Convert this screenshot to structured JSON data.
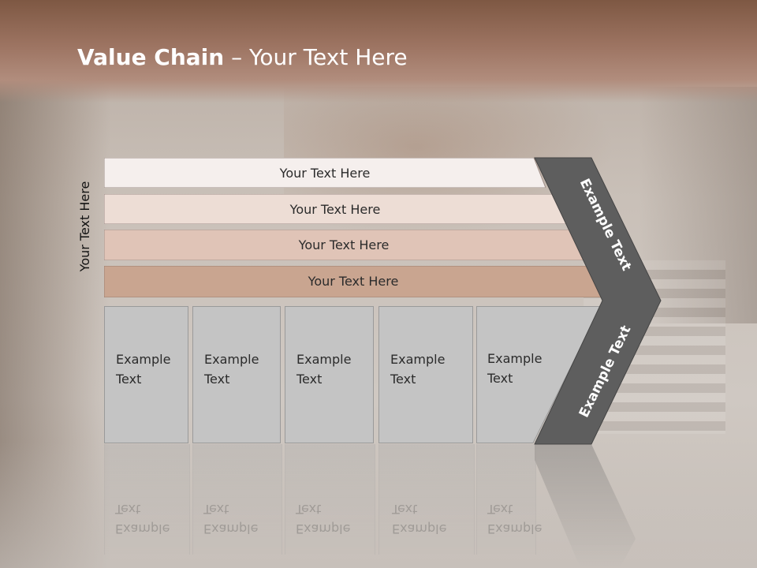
{
  "title": {
    "bold": "Value Chain",
    "rest": " – Your Text Here"
  },
  "side_label": "Your Text Here",
  "bars": [
    {
      "label": "Your Text Here",
      "color": "#f5efed"
    },
    {
      "label": "Your Text Here",
      "color": "#edddd5"
    },
    {
      "label": "Your Text Here",
      "color": "#e0c4b7"
    },
    {
      "label": "Your Text Here",
      "color": "#c9a590"
    }
  ],
  "cells": [
    {
      "line1": "Example",
      "line2": "Text"
    },
    {
      "line1": "Example",
      "line2": "Text"
    },
    {
      "line1": "Example",
      "line2": "Text"
    },
    {
      "line1": "Example",
      "line2": "Text"
    },
    {
      "line1": "Example",
      "line2": "Text"
    }
  ],
  "chevron": {
    "upper": "Example Text",
    "lower": "Example Text",
    "color": "#5e5e5e"
  }
}
